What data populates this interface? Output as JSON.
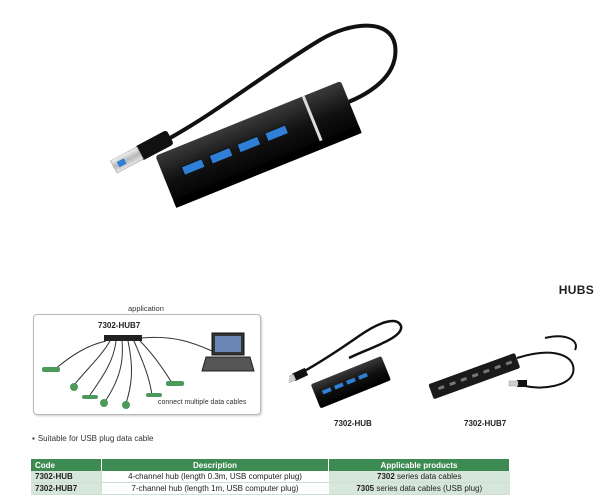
{
  "section_title": "HUBS",
  "application": {
    "caption": "application",
    "hub_label": "7302-HUB7",
    "connect_note": "connect multiple data cables"
  },
  "products": [
    {
      "label": "7302-HUB"
    },
    {
      "label": "7302-HUB7"
    }
  ],
  "feature": {
    "bullet": "▪",
    "text": "Suitable for USB plug data cable"
  },
  "table": {
    "headers": [
      "Code",
      "Description",
      "Applicable products"
    ],
    "rows": [
      {
        "code": "7302-HUB",
        "description": "4-channel hub (length 0.3m, USB computer plug)",
        "product_code": "7302",
        "product_text": " series data cables"
      },
      {
        "code": "7302-HUB7",
        "description": "7-channel hub (length 1m, USB computer plug)",
        "product_code": "7305",
        "product_text": " series data cables (USB plug)"
      }
    ]
  },
  "colors": {
    "header_green": "#3d8a53",
    "row_green": "#d7e6da",
    "usb_blue": "#2f7fd6"
  }
}
